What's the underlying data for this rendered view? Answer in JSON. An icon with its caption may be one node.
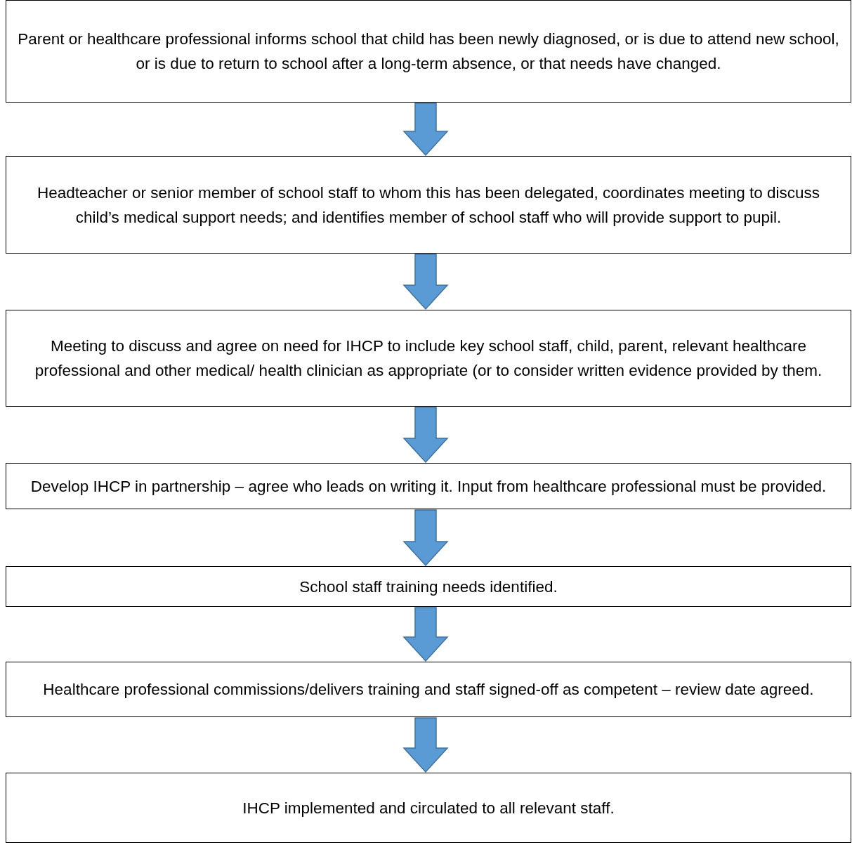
{
  "diagram": {
    "nodes": [
      {
        "text": [
          "Parent or healthcare professional informs school that child has been newly diagnosed, or is due to attend new school, or is due to return to school after a long-term absence, or that needs have changed."
        ]
      },
      {
        "text": [
          "Headteacher or senior member of school staff to whom this has been delegated, coordinates meeting to discuss child’s medical support needs; and identifies member of school staff who will provide support to pupil."
        ]
      },
      {
        "text": [
          "Meeting to discuss and agree on need for IHCP to include key school staff, child, parent, relevant healthcare professional and other medical/ health clinician as appropriate (or to consider written evidence provided by them."
        ]
      },
      {
        "text": [
          "Develop IHCP in partnership – agree who leads on writing it. Input from healthcare professional must be provided."
        ]
      },
      {
        "text": [
          "School staff training needs identified."
        ]
      },
      {
        "text": [
          "Healthcare professional commissions/delivers training and staff signed-off as competent – review date agreed."
        ]
      },
      {
        "text": [
          "IHCP implemented and circulated to all relevant staff."
        ]
      }
    ],
    "edges": [
      {
        "from": 0,
        "to": 1,
        "arrow": "to"
      },
      {
        "from": 1,
        "to": 2,
        "arrow": "to"
      },
      {
        "from": 2,
        "to": 3,
        "arrow": "to"
      },
      {
        "from": 3,
        "to": 4,
        "arrow": "to"
      },
      {
        "from": 4,
        "to": 5,
        "arrow": "to"
      },
      {
        "from": 5,
        "to": 6,
        "arrow": "to"
      }
    ]
  }
}
